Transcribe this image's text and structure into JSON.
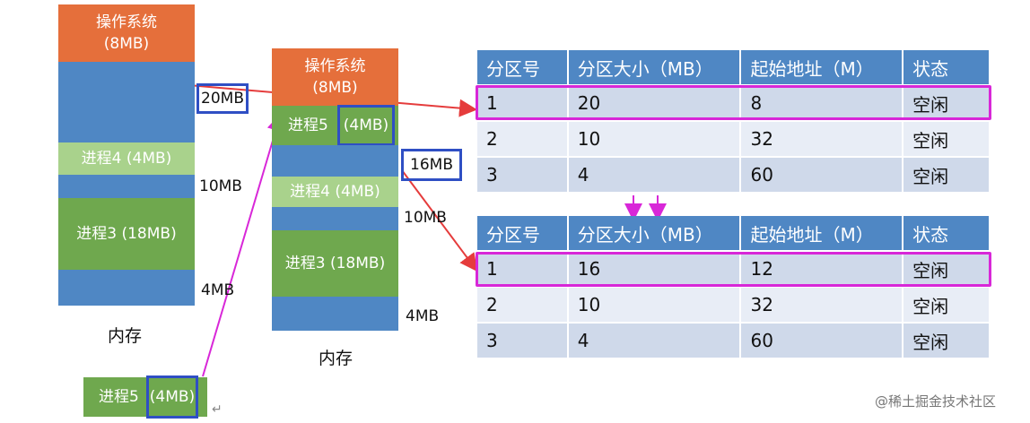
{
  "left_memory": {
    "os_line1": "操作系统",
    "os_line2": "(8MB)",
    "free_top_size": "20MB",
    "process4": "进程4 (4MB)",
    "free_mid_size": "10MB",
    "process3": "进程3 (18MB)",
    "free_bottom_size": "4MB",
    "caption": "内存"
  },
  "right_memory": {
    "os_line1": "操作系统",
    "os_line2": "(8MB)",
    "process5_name": "进程5",
    "process5_size": "(4MB)",
    "free_top_size": "16MB",
    "process4": "进程4 (4MB)",
    "free_mid_size": "10MB",
    "process3": "进程3 (18MB)",
    "free_bottom_size": "4MB",
    "caption": "内存"
  },
  "new_process": {
    "name": "进程5",
    "size": "(4MB)"
  },
  "table_before": {
    "headers": [
      "分区号",
      "分区大小（MB）",
      "起始地址（M）",
      "状态"
    ],
    "rows": [
      [
        "1",
        "20",
        "8",
        "空闲"
      ],
      [
        "2",
        "10",
        "32",
        "空闲"
      ],
      [
        "3",
        "4",
        "60",
        "空闲"
      ]
    ]
  },
  "table_after": {
    "headers": [
      "分区号",
      "分区大小（MB）",
      "起始地址（M）",
      "状态"
    ],
    "rows": [
      [
        "1",
        "16",
        "12",
        "空闲"
      ],
      [
        "2",
        "10",
        "32",
        "空闲"
      ],
      [
        "3",
        "4",
        "60",
        "空闲"
      ]
    ]
  },
  "colors": {
    "os": "#e56f3b",
    "free": "#4f87c4",
    "process_light": "#a9d28c",
    "process": "#6fa84e",
    "highlight_pink": "#d827d8",
    "arrow_red": "#e53c3c",
    "box_blue": "#2f4fc4",
    "changed_value": "#d12b3b"
  },
  "watermark": "@稀土掘金技术社区"
}
